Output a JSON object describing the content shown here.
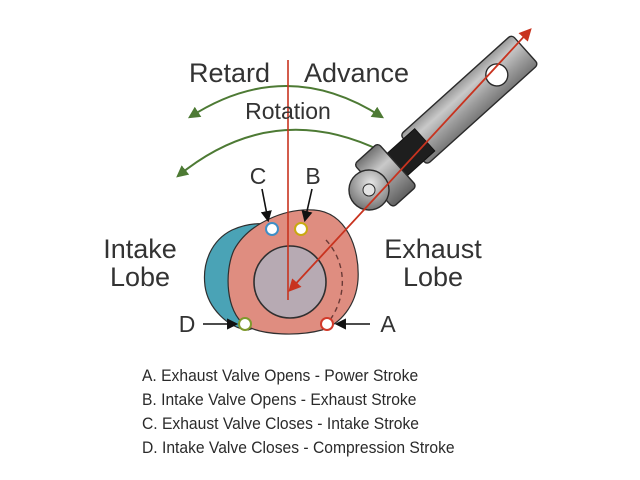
{
  "labels": {
    "retard": "Retard",
    "advance": "Advance",
    "rotation": "Rotation",
    "c": "C",
    "b": "B",
    "d": "D",
    "a": "A",
    "intake_line1": "Intake",
    "intake_line2": "Lobe",
    "exhaust_line1": "Exhaust",
    "exhaust_line2": "Lobe"
  },
  "legend": [
    "A. Exhaust Valve Opens - Power Stroke",
    "B. Intake Valve Opens - Exhaust Stroke",
    "C. Exhaust Valve Closes - Intake Stroke",
    "D. Intake Valve Closes - Compression Stroke"
  ],
  "colors": {
    "intake_lobe": "#4aa3b6",
    "exhaust_lobe": "#df8d80",
    "base_circle": "#b7aab3",
    "arrow_red": "#c8331f",
    "rotation_arrow": "#4d7a34",
    "marker_c": "#3e8ec6",
    "marker_b": "#c9a912",
    "marker_d": "#7f9a2d",
    "marker_a": "#d23a2a",
    "text": "#333333"
  }
}
